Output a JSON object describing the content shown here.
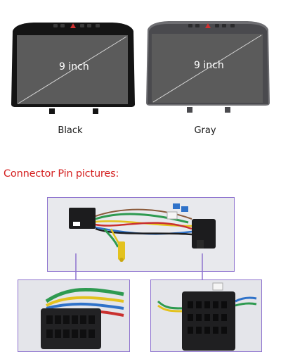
{
  "products": [
    {
      "size_label": "9 inch",
      "color_label": "Black",
      "frame_color": "#141414",
      "bezel_color": "#0b0b0b"
    },
    {
      "size_label": "9 inch",
      "color_label": "Gray",
      "frame_color": "#6e6e72",
      "bezel_color": "#4a4a4e"
    }
  ],
  "section": {
    "title": "Connector Pin pictures:",
    "title_color": "#d41f1f"
  },
  "colors": {
    "screen": "#5b5b5b",
    "photo_border": "#8e73cf",
    "wire_green": "#2e9a50",
    "wire_yellow": "#e3c21e",
    "wire_blue": "#2f72c9",
    "wire_red": "#c9302f"
  },
  "icons": [
    "hazard-icon",
    "connector-icon",
    "pin-socket-icon",
    "harness-icon"
  ]
}
